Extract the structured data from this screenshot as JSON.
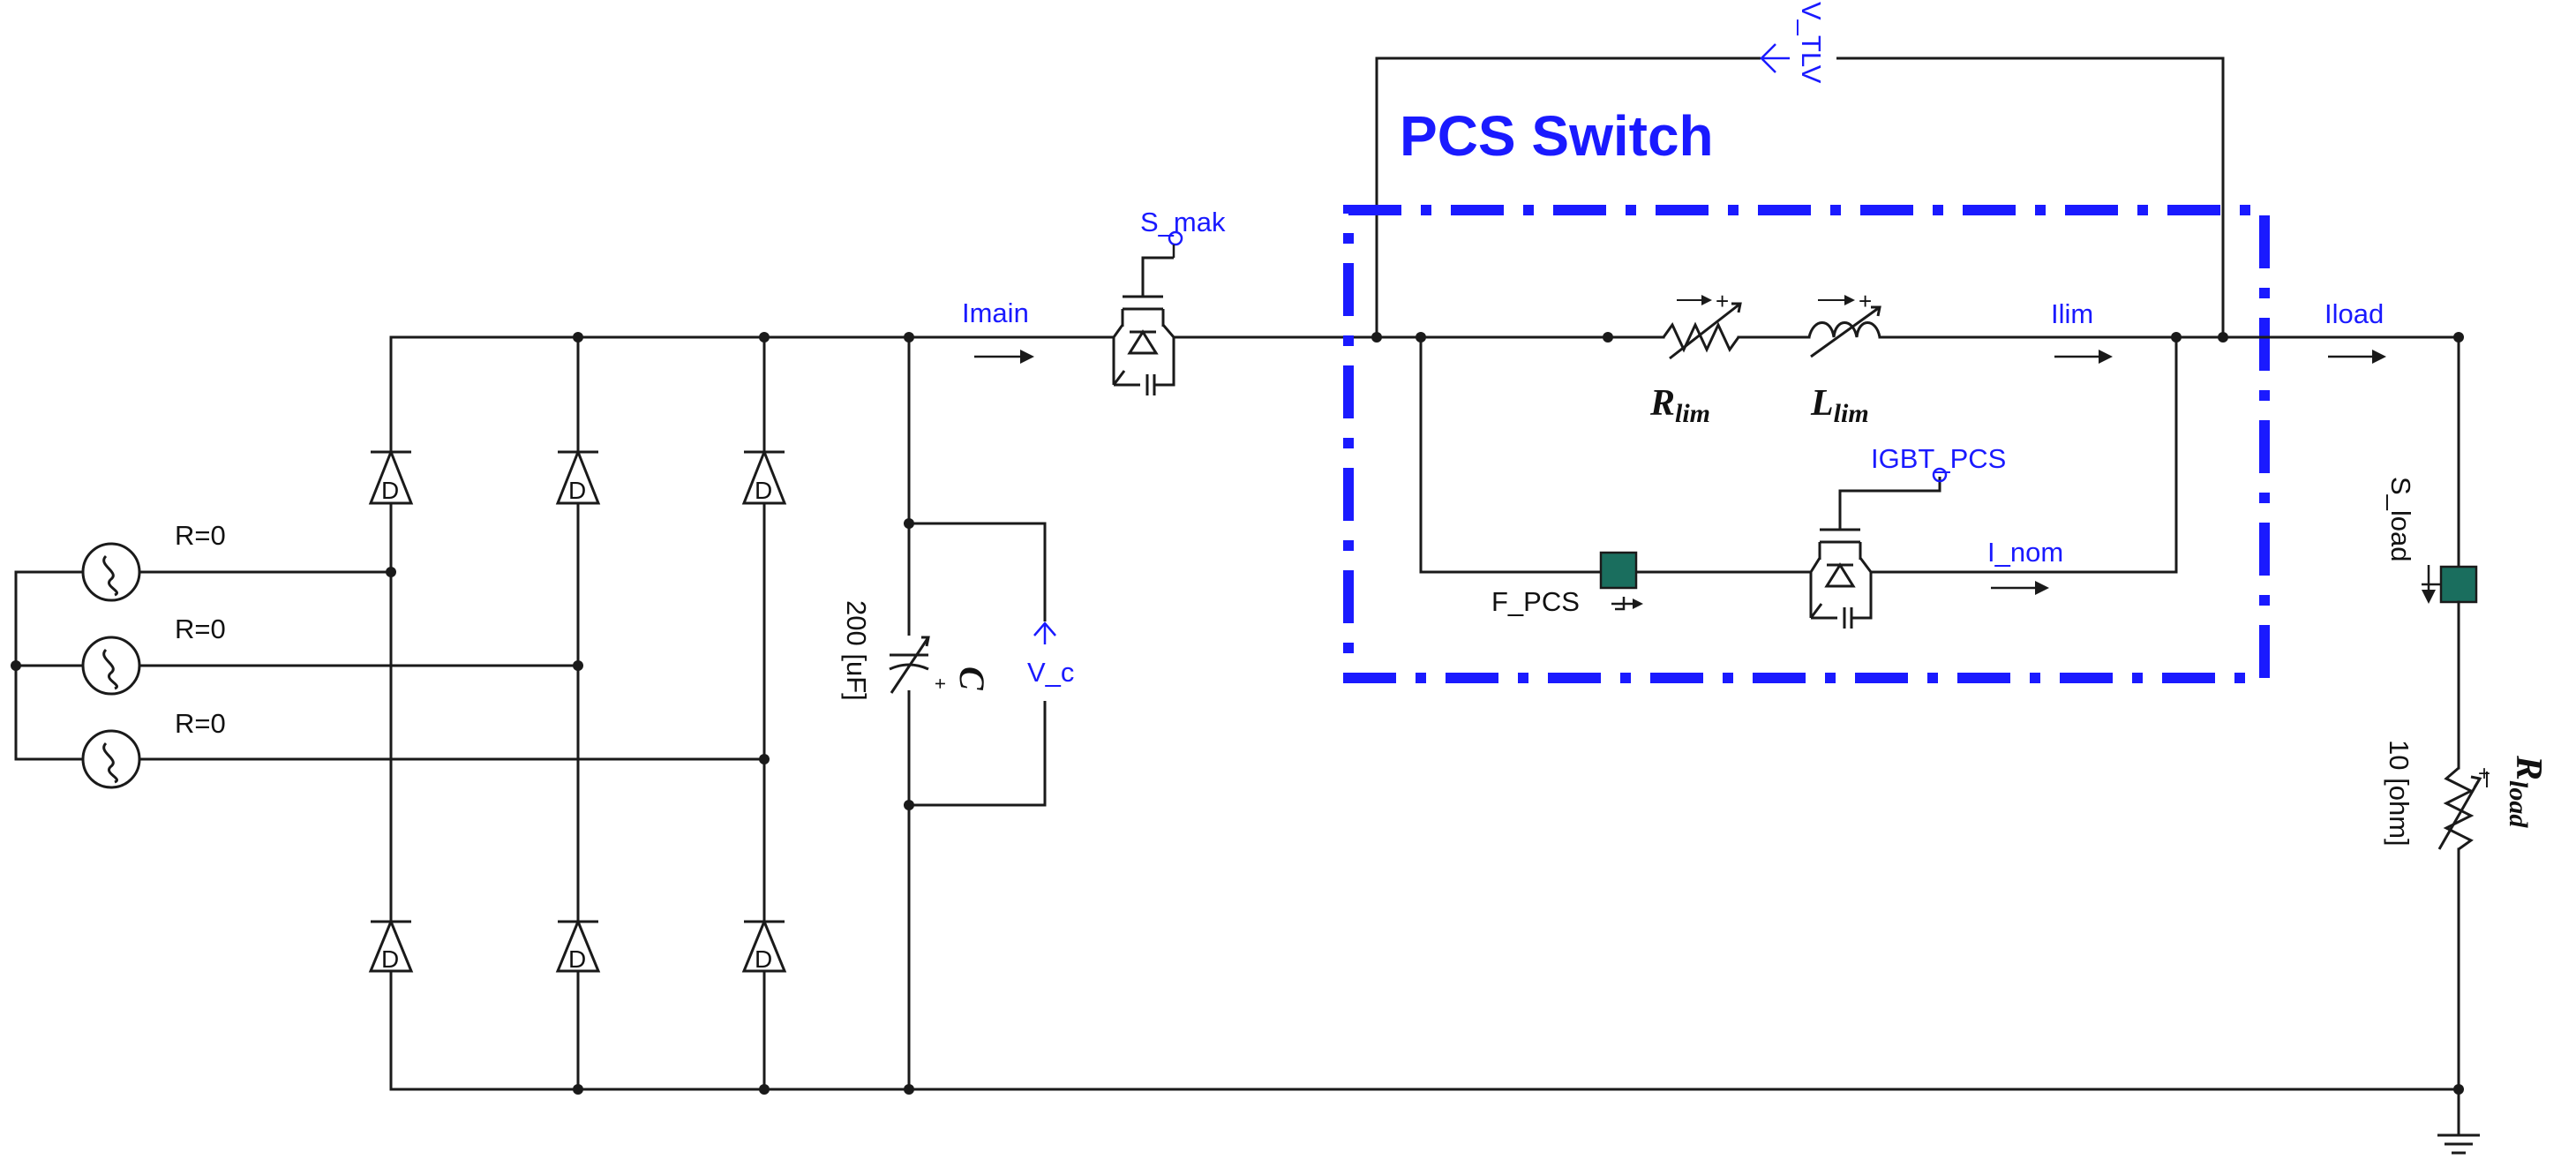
{
  "colors": {
    "wire": "#1a1a1a",
    "signal_label": "#1a1aff",
    "pcs_box": "#1a1aff",
    "control_block": "#1a6e5e"
  },
  "sources": {
    "labels": [
      "R=0",
      "R=0",
      "R=0"
    ]
  },
  "capacitor": {
    "value": "200 [uF]",
    "name": "C",
    "voltmeter": "V_c"
  },
  "main_switch": {
    "gate_signal": "S_mak",
    "current_meter": "Imain"
  },
  "pcs": {
    "title": "PCS Switch",
    "voltmeter": "V_TLV",
    "r_lim": {
      "base": "R",
      "sub": "lim"
    },
    "l_lim": {
      "base": "L",
      "sub": "lim"
    },
    "current_lim": "Ilim",
    "igbt_gate": "IGBT_PCS",
    "current_nom": "I_nom",
    "fault_signal": "F_PCS"
  },
  "load": {
    "current_meter": "Iload",
    "switch_signal": "S_load",
    "value": "10 [ohm]",
    "r_load": {
      "base": "R",
      "sub": "load"
    }
  },
  "icons": {
    "source": "ac-source-icon",
    "diode": "diode-icon",
    "igbt": "igbt-icon",
    "resistor": "variable-resistor-icon",
    "inductor": "variable-inductor-icon",
    "capacitor": "variable-capacitor-icon",
    "ground": "ground-icon"
  }
}
